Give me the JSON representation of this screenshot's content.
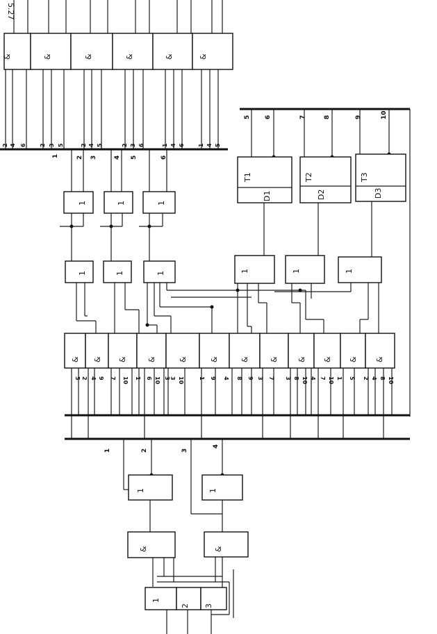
{
  "figure_label": "5.27",
  "symbols": {
    "and": "&",
    "or": "1"
  },
  "output_and_gates": [
    {
      "inputs": [
        "2",
        "4",
        "6"
      ]
    },
    {
      "inputs": [
        "2",
        "3",
        "5"
      ]
    },
    {
      "inputs": [
        "2",
        "4",
        "5"
      ]
    },
    {
      "inputs": [
        "2",
        "3",
        "6"
      ]
    },
    {
      "inputs": [
        "1",
        "4",
        "6"
      ]
    },
    {
      "inputs": [
        "1",
        "4",
        "5"
      ]
    }
  ],
  "output_bus_lines": [
    "1",
    "2",
    "3",
    "4",
    "5",
    "6"
  ],
  "or_gates_top_small": [
    "1",
    "1",
    "1"
  ],
  "or_gates_top_mid": [
    "1",
    "1",
    "1"
  ],
  "flip_flops": [
    {
      "name": "T1",
      "input": "D1",
      "outputs": [
        "5",
        "6"
      ]
    },
    {
      "name": "T2",
      "input": "D2",
      "outputs": [
        "7",
        "8"
      ]
    },
    {
      "name": "T3",
      "input": "D3",
      "outputs": [
        "9",
        "10"
      ]
    }
  ],
  "or_gates_flipflop": [
    "1",
    "1",
    "1"
  ],
  "and_array": [
    {
      "inputs": [
        "5"
      ]
    },
    {
      "inputs": [
        "2",
        "4"
      ]
    },
    {
      "inputs": [
        "9",
        "7"
      ]
    },
    {
      "inputs": [
        "10",
        "1",
        "6"
      ]
    },
    {
      "inputs": [
        "10",
        "3",
        "3",
        "10"
      ]
    },
    {
      "inputs": [
        "1",
        "9"
      ]
    },
    {
      "inputs": [
        "4",
        "8",
        "9"
      ]
    },
    {
      "inputs": [
        "3",
        "7"
      ]
    },
    {
      "inputs": [
        "3",
        "8",
        "10",
        "4"
      ]
    },
    {
      "inputs": [
        "7",
        "10"
      ]
    },
    {
      "inputs": [
        "1",
        "5"
      ]
    },
    {
      "inputs": [
        "2",
        "4",
        "8",
        "10"
      ]
    }
  ],
  "input_bus_lines": [
    "1",
    "2",
    "3",
    "4"
  ],
  "input_block": {
    "or_gates": [
      "1",
      "1"
    ],
    "and_gates": [
      "&",
      "&"
    ],
    "register_cells": [
      "1",
      "2",
      "3"
    ]
  }
}
